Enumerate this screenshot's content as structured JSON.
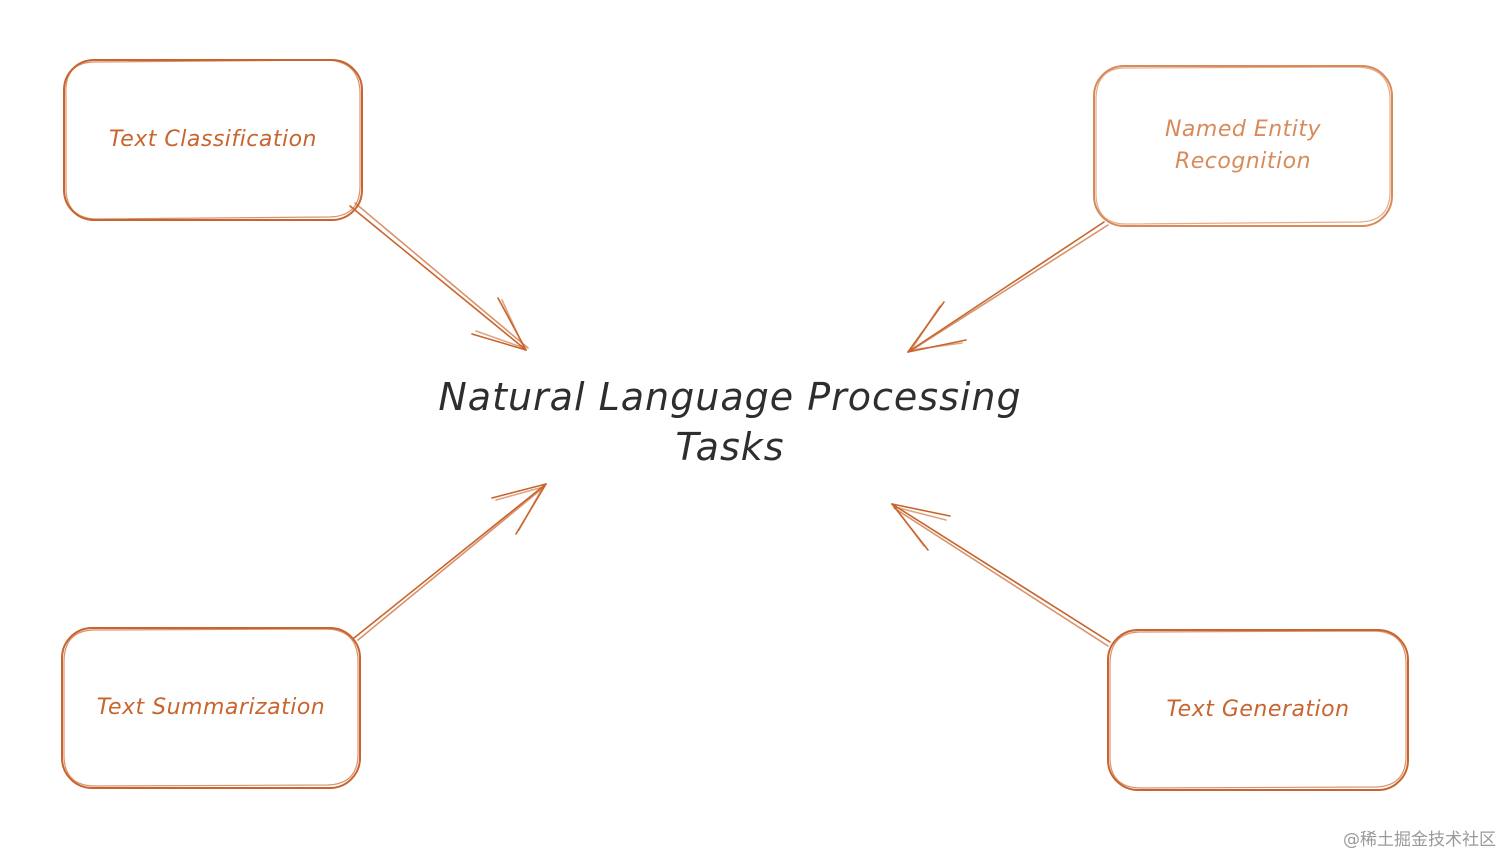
{
  "colors": {
    "background": "#ffffff",
    "accent": "#c8652e",
    "accent_light": "#d98a5a",
    "title": "#2e2e2e"
  },
  "diagram": {
    "center_title": "Natural Language Processing\nTasks",
    "nodes": [
      {
        "id": "text-classification",
        "label": "Text Classification"
      },
      {
        "id": "named-entity-recognition",
        "label": "Named Entity Recognition"
      },
      {
        "id": "text-summarization",
        "label": "Text Summarization"
      },
      {
        "id": "text-generation",
        "label": "Text Generation"
      }
    ],
    "edges": [
      {
        "from": "text-classification",
        "to": "center"
      },
      {
        "from": "named-entity-recognition",
        "to": "center"
      },
      {
        "from": "text-summarization",
        "to": "center"
      },
      {
        "from": "text-generation",
        "to": "center"
      }
    ]
  },
  "watermark": "@稀土掘金技术社区"
}
